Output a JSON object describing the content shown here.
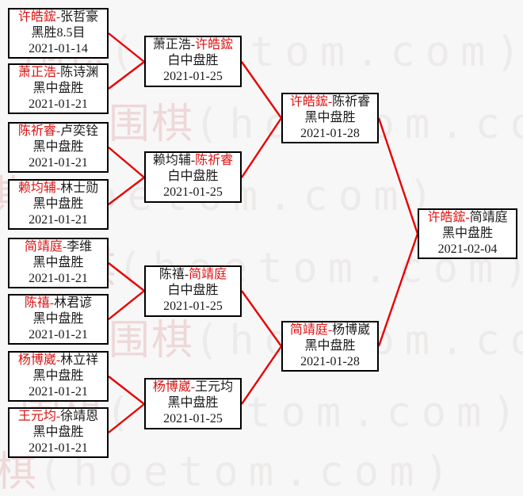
{
  "watermark": {
    "part1": "围棋",
    "part2": "(hoetom.com)"
  },
  "labels": {
    "dash": "-"
  },
  "colors": {
    "winner_red": "#dd1111",
    "connector_red": "#e80000",
    "border_black": "#000000",
    "background": "#f8f7f7"
  },
  "rounds": [
    {
      "name": "round-1",
      "matches": [
        {
          "p1": "许皓鋐",
          "p1_class": "red",
          "p2": "张哲豪",
          "p2_class": "black",
          "result": "黑胜8.5目",
          "date": "2021-01-14"
        },
        {
          "p1": "萧正浩",
          "p1_class": "red",
          "p2": "陈诗渊",
          "p2_class": "black",
          "result": "黑中盘胜",
          "date": "2021-01-21"
        },
        {
          "p1": "陈祈睿",
          "p1_class": "red",
          "p2": "卢奕铨",
          "p2_class": "black",
          "result": "黑中盘胜",
          "date": "2021-01-21"
        },
        {
          "p1": "赖均辅",
          "p1_class": "red",
          "p2": "林士勋",
          "p2_class": "black",
          "result": "黑中盘胜",
          "date": "2021-01-21"
        },
        {
          "p1": "简靖庭",
          "p1_class": "red",
          "p2": "李维",
          "p2_class": "black",
          "result": "黑中盘胜",
          "date": "2021-01-21"
        },
        {
          "p1": "陈禧",
          "p1_class": "red",
          "p2": "林君谚",
          "p2_class": "black",
          "result": "黑中盘胜",
          "date": "2021-01-21"
        },
        {
          "p1": "杨博崴",
          "p1_class": "red",
          "p2": "林立祥",
          "p2_class": "black",
          "result": "黑中盘胜",
          "date": "2021-01-21"
        },
        {
          "p1": "王元均",
          "p1_class": "red",
          "p2": "徐靖恩",
          "p2_class": "black",
          "result": "黑中盘胜",
          "date": "2021-01-21"
        }
      ]
    },
    {
      "name": "round-2",
      "matches": [
        {
          "p1": "萧正浩",
          "p1_class": "black",
          "p2": "许皓鋐",
          "p2_class": "red",
          "result": "白中盘胜",
          "date": "2021-01-25"
        },
        {
          "p1": "赖均辅",
          "p1_class": "black",
          "p2": "陈祈睿",
          "p2_class": "red",
          "result": "白中盘胜",
          "date": "2021-01-25"
        },
        {
          "p1": "陈禧",
          "p1_class": "black",
          "p2": "简靖庭",
          "p2_class": "red",
          "result": "白中盘胜",
          "date": "2021-01-25"
        },
        {
          "p1": "杨博崴",
          "p1_class": "red",
          "p2": "王元均",
          "p2_class": "black",
          "result": "黑中盘胜",
          "date": "2021-01-25"
        }
      ]
    },
    {
      "name": "semifinal",
      "matches": [
        {
          "p1": "许皓鋐",
          "p1_class": "red",
          "p2": "陈祈睿",
          "p2_class": "black",
          "result": "黑中盘胜",
          "date": "2021-01-28"
        },
        {
          "p1": "简靖庭",
          "p1_class": "red",
          "p2": "杨博崴",
          "p2_class": "black",
          "result": "黑中盘胜",
          "date": "2021-01-28"
        }
      ]
    },
    {
      "name": "final",
      "matches": [
        {
          "p1": "许皓鋐",
          "p1_class": "red",
          "p2": "简靖庭",
          "p2_class": "black",
          "result": "黑中盘胜",
          "date": "2021-02-04"
        }
      ]
    }
  ]
}
